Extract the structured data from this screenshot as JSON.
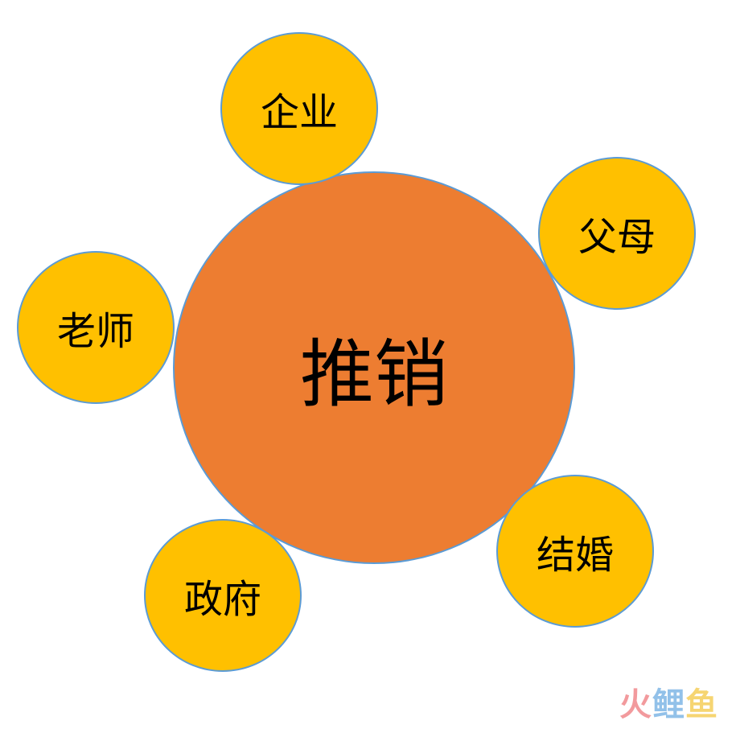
{
  "diagram": {
    "center": {
      "label": "推销",
      "fill": "#ed7d31"
    },
    "satellites": [
      {
        "id": "qiye",
        "label": "企业"
      },
      {
        "id": "fumu",
        "label": "父母"
      },
      {
        "id": "laoshi",
        "label": "老师"
      },
      {
        "id": "jiehun",
        "label": "结婚"
      },
      {
        "id": "zhengfu",
        "label": "政府"
      }
    ],
    "satellite_fill": "#ffc000",
    "outline_color": "#5b9bd5"
  },
  "watermark": {
    "text": "火鲤鱼",
    "colors": [
      "#e8484e",
      "#3a8fd8",
      "#f0b400"
    ]
  }
}
